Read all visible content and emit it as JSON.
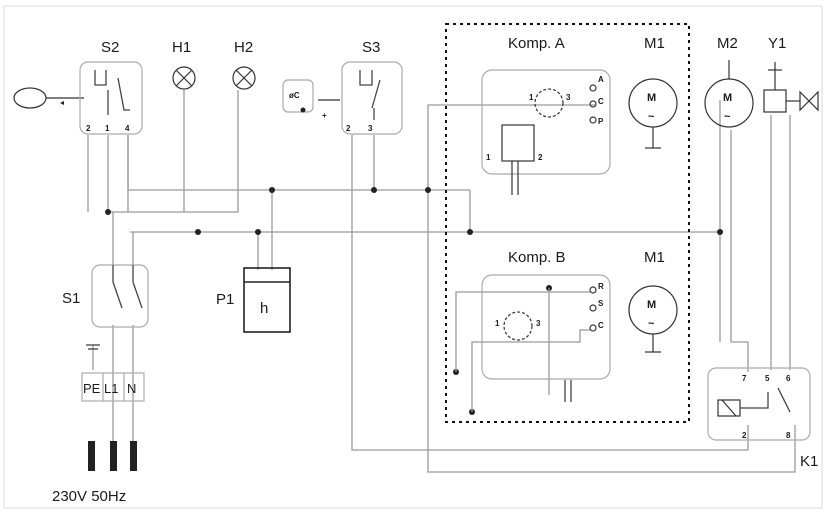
{
  "components": {
    "s2": "S2",
    "h1": "H1",
    "h2": "H2",
    "s3": "S3",
    "komp_a": "Komp. A",
    "m1_a": "M1",
    "m2": "M2",
    "y1": "Y1",
    "komp_b": "Komp. B",
    "m1_b": "M1",
    "s1": "S1",
    "p1": "P1",
    "p1_inner": "h",
    "k1": "K1",
    "motor_m": "M",
    "motor_tilde": "~",
    "thermostat": "øC"
  },
  "terminals": {
    "s2": [
      "2",
      "1",
      "4"
    ],
    "s3": [
      "2",
      "3"
    ],
    "komp_a_ports": [
      "A",
      "C",
      "P"
    ],
    "komp_a_relay": [
      "1",
      "3",
      "1",
      "2"
    ],
    "komp_b_ports": [
      "R",
      "S",
      "C"
    ],
    "komp_b_relay": [
      "1",
      "3"
    ],
    "k1": [
      "7",
      "5",
      "6",
      "2",
      "8"
    ]
  },
  "supply": {
    "pe": "PE",
    "l1": "L1",
    "n": "N",
    "rating": "230V 50Hz"
  }
}
